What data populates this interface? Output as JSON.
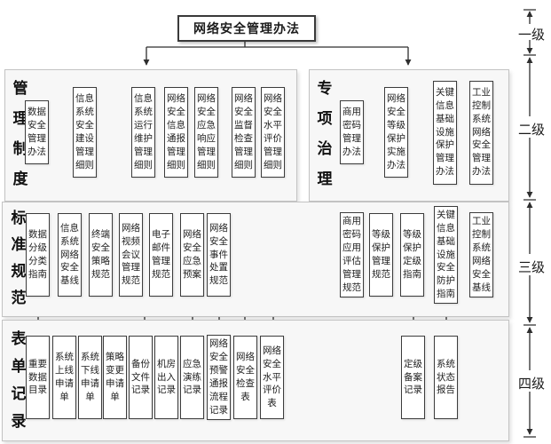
{
  "root": {
    "title": "网络安全管理办法"
  },
  "levels": [
    {
      "label": "一级"
    },
    {
      "label": "二级"
    },
    {
      "label": "三级"
    },
    {
      "label": "四级"
    }
  ],
  "groups": [
    {
      "label": "管理制度",
      "items": [
        {
          "label": "数据安全管理办法"
        },
        {
          "label": "信息系统安全建设管理细则"
        },
        {
          "label": "信息系统运行维护管理细则"
        },
        {
          "label": "网络安全信息通报管理细则"
        },
        {
          "label": "网络安全应急响应管理细则"
        },
        {
          "label": "网络安全监督检查管理细则"
        },
        {
          "label": "网络安全水平评价管理细则"
        }
      ]
    },
    {
      "label": "专项治理",
      "items": [
        {
          "label": "商用密码管理办法"
        },
        {
          "label": "网络安全等级保护实施办法"
        },
        {
          "label": "关键信息基础设施保护管理办法"
        },
        {
          "label": "工业控制系统网络安全管理办法"
        }
      ]
    },
    {
      "label": "标准规范",
      "items": [
        {
          "label": "数据分级分类指南"
        },
        {
          "label": "信息系统网络安全基线"
        },
        {
          "label": "终端安全策略规范"
        },
        {
          "label": "网络视频会议管理规范"
        },
        {
          "label": "电子邮件管理规范"
        },
        {
          "label": "网络安全应急预案"
        },
        {
          "label": "网络安全事件处置规范"
        },
        {
          "label": "商用密码应用评估管理规范"
        },
        {
          "label": "等级保护管理规范"
        },
        {
          "label": "等级保护定级指南"
        },
        {
          "label": "关键信息基础设施安全防护指南"
        },
        {
          "label": "工业控制系统网络安全基线"
        }
      ]
    },
    {
      "label": "表单记录",
      "items": [
        {
          "label": "重要数据目录"
        },
        {
          "label": "系统上线申请单"
        },
        {
          "label": "系统下线申请单"
        },
        {
          "label": "策略变更申请单"
        },
        {
          "label": "备份文件记录"
        },
        {
          "label": "机房出入记录"
        },
        {
          "label": "应急演练记录"
        },
        {
          "label": "网络安全预警通报流程记录"
        },
        {
          "label": "网络安全检查表"
        },
        {
          "label": "网络安全水平评价表"
        },
        {
          "label": "定级备案记录"
        },
        {
          "label": "系统状态报告"
        }
      ]
    }
  ],
  "colors": {
    "box_border": "#3c3c3c",
    "container_fill": "#f7f7f7",
    "line": "#2e2e2e"
  }
}
